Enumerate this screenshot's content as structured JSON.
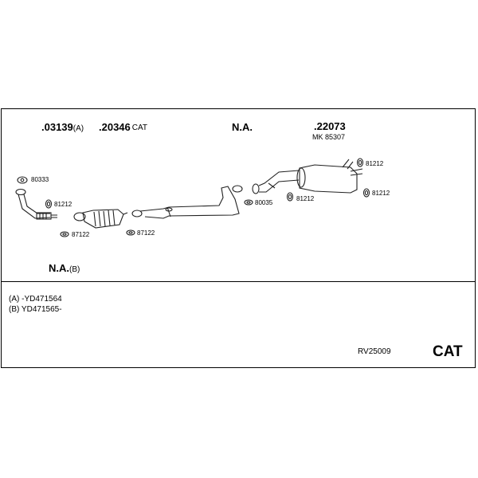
{
  "parts": {
    "p03139": {
      "number": ".03139",
      "suffix": "(A)"
    },
    "p20346": {
      "number": ".20346",
      "suffix": "CAT"
    },
    "na_top": {
      "label": "N.A."
    },
    "p22073": {
      "number": ".22073",
      "sub": "MK 85307"
    },
    "na_b": {
      "number": "N.A.",
      "suffix": "(B)"
    }
  },
  "small_parts": {
    "c80333": "80333",
    "c81212_left": "81212",
    "c87122_a": "87122",
    "c87122_b": "87122",
    "c80035": "80035",
    "c81212_mid": "81212",
    "c81212_top": "81212",
    "c81212_right": "81212"
  },
  "notes": {
    "a": "(A) -YD471564",
    "b": "(B) YD471565-"
  },
  "footer": {
    "code": "RV25009",
    "type": "CAT"
  }
}
